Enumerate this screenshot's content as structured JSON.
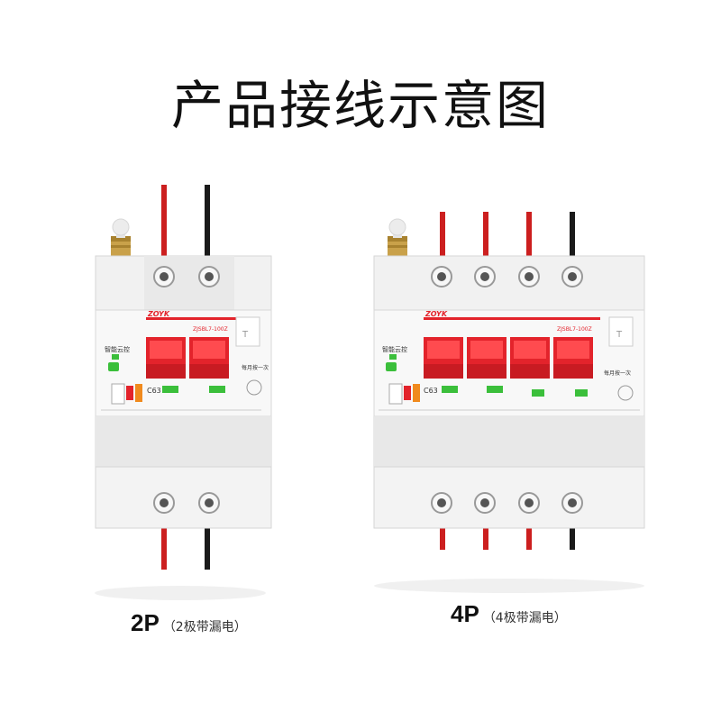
{
  "title": "产品接线示意图",
  "products": [
    {
      "id": "2p",
      "caption_main": "2P",
      "caption_sub": "（2极带漏电）",
      "brand": "ZOYK",
      "model": "ZJSBL7-100Z",
      "rating": "C63",
      "remote_label": "智能云控",
      "monthly_label": "每月按一次",
      "poles": 2,
      "wire_colors": [
        "#cc1f1f",
        "#1a1a1a"
      ]
    },
    {
      "id": "4p",
      "caption_main": "4P",
      "caption_sub": "（4极带漏电）",
      "brand": "ZOYK",
      "model": "ZJSBL7-100Z",
      "rating": "C63",
      "remote_label": "智能云控",
      "monthly_label": "每月按一次",
      "poles": 4,
      "wire_colors": [
        "#cc1f1f",
        "#cc1f1f",
        "#cc1f1f",
        "#1a1a1a"
      ]
    }
  ],
  "colors": {
    "handle": "#e3232b",
    "body": "#efefef",
    "accent_green": "#3bbf3b"
  }
}
